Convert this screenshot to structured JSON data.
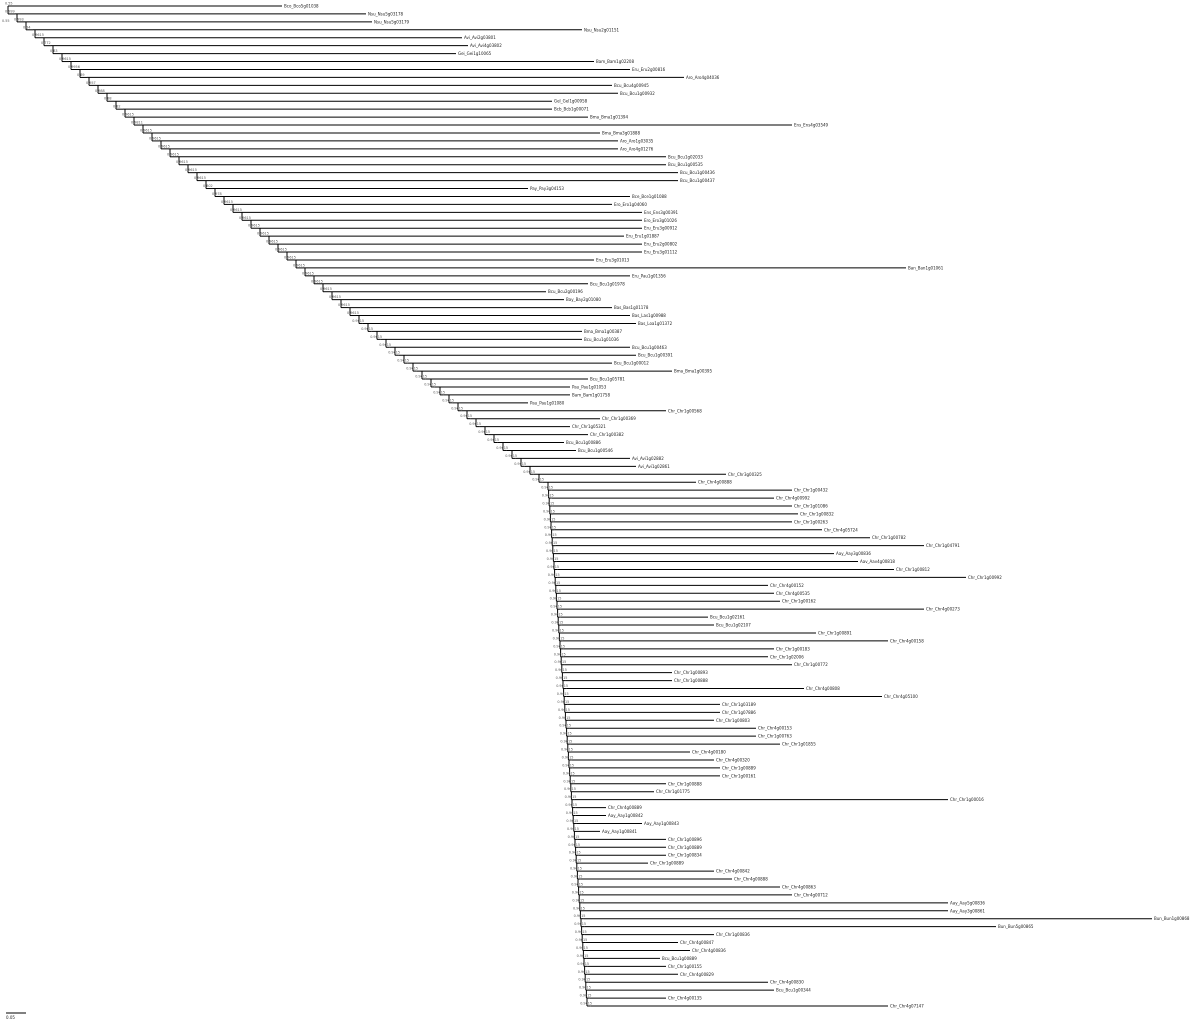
{
  "diagram": {
    "type": "phylogenetic-tree",
    "root_label": "0.55",
    "scale_bar": {
      "label": "0.05"
    },
    "tips": [
      {
        "label": "Bco_Bco5g01038",
        "support": "0.55",
        "branch_end": 0.235
      },
      {
        "label": "Nsu_Nsu5g03178",
        "support": "0.999",
        "branch_end": 0.305
      },
      {
        "label": "Nsu_Nsu5g03179",
        "support": "0.993",
        "branch_end": 0.31
      },
      {
        "label": "Nsu_Nsu2g01151",
        "support": "0.34",
        "branch_end": 0.485
      },
      {
        "label": "Avi_Avi2g03801",
        "support": "0.9615",
        "branch_end": 0.385
      },
      {
        "label": "Avi_Avi4g03802",
        "support": "0.772",
        "branch_end": 0.39
      },
      {
        "label": "Gei_Gei1g10065",
        "support": "0.83",
        "branch_end": 0.38
      },
      {
        "label": "Bam_Bam1g02208",
        "support": "0.9615",
        "branch_end": 0.495
      },
      {
        "label": "Eru_Eru2g00816",
        "support": "0.9956",
        "branch_end": 0.525
      },
      {
        "label": "Aro_Aro4g04036",
        "support": "0.89",
        "branch_end": 0.57
      },
      {
        "label": "Bcu_Bcu4g00945",
        "support": "0.957",
        "branch_end": 0.51
      },
      {
        "label": "Bcu_Bcu1g00932",
        "support": "0.988",
        "branch_end": 0.515
      },
      {
        "label": "Gel_Gel1g00958",
        "support": "0.88",
        "branch_end": 0.46
      },
      {
        "label": "Bcb_Bcb1g00071",
        "support": "0.82",
        "branch_end": 0.46
      },
      {
        "label": "Bma_Bma1g01394",
        "support": "0.9615",
        "branch_end": 0.49
      },
      {
        "label": "Ens_Ens4g03549",
        "support": "0.9811",
        "branch_end": 0.66
      },
      {
        "label": "Bma_Bma3g01888",
        "support": "0.9615",
        "branch_end": 0.5
      },
      {
        "label": "Aro_Aro1g03035",
        "support": "0.9615",
        "branch_end": 0.515
      },
      {
        "label": "Aro_Aro4g01276",
        "support": "0.9615",
        "branch_end": 0.515
      },
      {
        "label": "Bcu_Bcu1g02033",
        "support": "0.9615",
        "branch_end": 0.555
      },
      {
        "label": "Bcu_Bcu1g00535",
        "support": "0.9615",
        "branch_end": 0.555
      },
      {
        "label": "Bcu_Bcu1g00436",
        "support": "0.9615",
        "branch_end": 0.565
      },
      {
        "label": "Bcu_Bcu1g00437",
        "support": "0.9615",
        "branch_end": 0.565
      },
      {
        "label": "Pay_Pay3g04153",
        "support": "0.802",
        "branch_end": 0.44
      },
      {
        "label": "Bce_Bce1g01088",
        "support": "0.978",
        "branch_end": 0.525
      },
      {
        "label": "Ero_Ero1g04060",
        "support": "0.9615",
        "branch_end": 0.51
      },
      {
        "label": "Ens_Ens3g00391",
        "support": "0.9615",
        "branch_end": 0.535
      },
      {
        "label": "Ero_Ero3g01026",
        "support": "0.9615",
        "branch_end": 0.535
      },
      {
        "label": "Eru_Eru3g00912",
        "support": "0.9615",
        "branch_end": 0.535
      },
      {
        "label": "Eru_Eru1g01887",
        "support": "0.9615",
        "branch_end": 0.52
      },
      {
        "label": "Eru_Eru2g00802",
        "support": "0.9615",
        "branch_end": 0.535
      },
      {
        "label": "Eru_Eru3g01112",
        "support": "0.9615",
        "branch_end": 0.535
      },
      {
        "label": "Eru_Eru3g01013",
        "support": "0.9615",
        "branch_end": 0.495
      },
      {
        "label": "Ban_Ban1g01061",
        "support": "0.9615",
        "branch_end": 0.755
      },
      {
        "label": "Eru_Pau1g01356",
        "support": "0.9615",
        "branch_end": 0.525
      },
      {
        "label": "Bcu_Bcu1g01978",
        "support": "0.9615",
        "branch_end": 0.49
      },
      {
        "label": "Bcu_Bcu2g00196",
        "support": "0.9615",
        "branch_end": 0.455
      },
      {
        "label": "Bay_Bay2g01080",
        "support": "0.9615",
        "branch_end": 0.47
      },
      {
        "label": "Bas_Bas1g01178",
        "support": "0.9615",
        "branch_end": 0.51
      },
      {
        "label": "Bas_Las1g00988",
        "support": "0.9615",
        "branch_end": 0.525
      },
      {
        "label": "Bas_Loa1g01372",
        "support": "0.9615",
        "branch_end": 0.53
      },
      {
        "label": "Bma_Bma1g00387",
        "support": "0.9615",
        "branch_end": 0.485
      },
      {
        "label": "Bcu_Bcu1g01036",
        "support": "0.9615",
        "branch_end": 0.485
      },
      {
        "label": "Bcu_Bcu1g00463",
        "support": "0.9615",
        "branch_end": 0.525
      },
      {
        "label": "Bcu_Bcu1g00391",
        "support": "0.9615",
        "branch_end": 0.53
      },
      {
        "label": "Bcu_Bcu1g00012",
        "support": "0.9615",
        "branch_end": 0.51
      },
      {
        "label": "Bma_Bma1g00395",
        "support": "0.9615",
        "branch_end": 0.56
      },
      {
        "label": "Bcu_Bcu1g05781",
        "support": "0.9615",
        "branch_end": 0.49
      },
      {
        "label": "Pau_Pau1g01053",
        "support": "0.9615",
        "branch_end": 0.475
      },
      {
        "label": "Bam_Bam1g01758",
        "support": "0.9615",
        "branch_end": 0.475
      },
      {
        "label": "Pau_Pau1g01080",
        "support": "0.9615",
        "branch_end": 0.44
      },
      {
        "label": "Chr_Chr1g00568",
        "support": "0.9615",
        "branch_end": 0.555
      },
      {
        "label": "Chr_Chr1g00369",
        "support": "0.9615",
        "branch_end": 0.5
      },
      {
        "label": "Chr_Chr1g05321",
        "support": "0.9615",
        "branch_end": 0.475
      },
      {
        "label": "Chr_Chr1g00382",
        "support": "0.9615",
        "branch_end": 0.49
      },
      {
        "label": "Bcu_Bcu1g00886",
        "support": "0.9615",
        "branch_end": 0.47
      },
      {
        "label": "Bcu_Bcu1g00546",
        "support": "0.9615",
        "branch_end": 0.48
      },
      {
        "label": "Avi_Avi1g02882",
        "support": "0.9615",
        "branch_end": 0.525
      },
      {
        "label": "Avi_Avi1g02861",
        "support": "0.9615",
        "branch_end": 0.53
      },
      {
        "label": "Chr_Chr3g00325",
        "support": "0.9615",
        "branch_end": 0.605
      },
      {
        "label": "Chr_Chr4g00888",
        "support": "0.9615",
        "branch_end": 0.58
      },
      {
        "label": "Chr_Chr1g00432",
        "support": "0.9615",
        "branch_end": 0.66
      },
      {
        "label": "Chr_Chr4g00992",
        "support": "0.9615",
        "branch_end": 0.645
      },
      {
        "label": "Chr_Chr1g01086",
        "support": "0.9615",
        "branch_end": 0.66
      },
      {
        "label": "Chr_Chr1g00832",
        "support": "0.9615",
        "branch_end": 0.665
      },
      {
        "label": "Chr_Chr1g00263",
        "support": "0.9615",
        "branch_end": 0.66
      },
      {
        "label": "Chr_Chr4g05724",
        "support": "0.9615",
        "branch_end": 0.685
      },
      {
        "label": "Chr_Chr1g00782",
        "support": "0.9615",
        "branch_end": 0.725
      },
      {
        "label": "Chr_Chr1g04791",
        "support": "0.9615",
        "branch_end": 0.77
      },
      {
        "label": "Aay_Aay3g00836",
        "support": "0.9615",
        "branch_end": 0.695
      },
      {
        "label": "Aav_Aav4g00818",
        "support": "0.9615",
        "branch_end": 0.715
      },
      {
        "label": "Chr_Chr1g00812",
        "support": "0.9615",
        "branch_end": 0.745
      },
      {
        "label": "Chr_Chr1g00992",
        "support": "0.9615",
        "branch_end": 0.805
      },
      {
        "label": "Chr_Chr4g00152",
        "support": "0.9615",
        "branch_end": 0.64
      },
      {
        "label": "Chr_Chr4g00535",
        "support": "0.9615",
        "branch_end": 0.645
      },
      {
        "label": "Chr_Chr1g00162",
        "support": "0.9615",
        "branch_end": 0.65
      },
      {
        "label": "Chr_Chr4g00273",
        "support": "0.9615",
        "branch_end": 0.77
      },
      {
        "label": "Bcu_Bcu1g02161",
        "support": "0.9615",
        "branch_end": 0.59
      },
      {
        "label": "Bcu_Bcu1g02107",
        "support": "0.9615",
        "branch_end": 0.595
      },
      {
        "label": "Chr_Chr1g00891",
        "support": "0.9615",
        "branch_end": 0.68
      },
      {
        "label": "Chr_Chr4g00158",
        "support": "0.9615",
        "branch_end": 0.74
      },
      {
        "label": "Chr_Chr1g00183",
        "support": "0.9615",
        "branch_end": 0.645
      },
      {
        "label": "Chr_Chr1g02006",
        "support": "0.9615",
        "branch_end": 0.64
      },
      {
        "label": "Chr_Chr1g00772",
        "support": "0.9615",
        "branch_end": 0.66
      },
      {
        "label": "Chr_Chr1g00893",
        "support": "0.9615",
        "branch_end": 0.56
      },
      {
        "label": "Chr_Chr1g00888",
        "support": "0.9615",
        "branch_end": 0.56
      },
      {
        "label": "Chr_Chr4g00808",
        "support": "0.9615",
        "branch_end": 0.67
      },
      {
        "label": "Chr_Chr4g05100",
        "support": "0.9615",
        "branch_end": 0.735
      },
      {
        "label": "Chr_Chr1g03189",
        "support": "0.9615",
        "branch_end": 0.6
      },
      {
        "label": "Chr_Chr1g07886",
        "support": "0.9615",
        "branch_end": 0.6
      },
      {
        "label": "Chr_Chr1g00803",
        "support": "0.9615",
        "branch_end": 0.595
      },
      {
        "label": "Chr_Chr4g00153",
        "support": "0.9615",
        "branch_end": 0.63
      },
      {
        "label": "Chr_Chr1g00763",
        "support": "0.9615",
        "branch_end": 0.63
      },
      {
        "label": "Chr_Chr1g01855",
        "support": "0.9615",
        "branch_end": 0.65
      },
      {
        "label": "Chr_Chr4g00180",
        "support": "0.9615",
        "branch_end": 0.575
      },
      {
        "label": "Chr_Chr4g00320",
        "support": "0.9615",
        "branch_end": 0.595
      },
      {
        "label": "Chr_Chr1g00889",
        "support": "0.9615",
        "branch_end": 0.6
      },
      {
        "label": "Chr_Chr1g00161",
        "support": "0.9615",
        "branch_end": 0.6
      },
      {
        "label": "Chr_Chr1g00888",
        "support": "0.9615",
        "branch_end": 0.555
      },
      {
        "label": "Chr_Chr1g01775",
        "support": "0.9615",
        "branch_end": 0.545
      },
      {
        "label": "Chr_Chr1g00016",
        "support": "0.9615",
        "branch_end": 0.79
      },
      {
        "label": "Chr_Chr4g00889",
        "support": "0.9615",
        "branch_end": 0.505
      },
      {
        "label": "Aay_Aay1g00842",
        "support": "0.9615",
        "branch_end": 0.505
      },
      {
        "label": "Aay_Aay1g00843",
        "support": "0.9615",
        "branch_end": 0.535
      },
      {
        "label": "Aay_Aay1g00841",
        "support": "0.9615",
        "branch_end": 0.5
      },
      {
        "label": "Chr_Chr1g00896",
        "support": "0.9615",
        "branch_end": 0.555
      },
      {
        "label": "Chr_Chr1g00889",
        "support": "0.9615",
        "branch_end": 0.555
      },
      {
        "label": "Chr_Chr1g00834",
        "support": "0.9615",
        "branch_end": 0.555
      },
      {
        "label": "Chr_Chr1g00889",
        "support": "0.9615",
        "branch_end": 0.54
      },
      {
        "label": "Chr_Chr4g00842",
        "support": "0.9615",
        "branch_end": 0.595
      },
      {
        "label": "Chr_Chr4g00888",
        "support": "0.9615",
        "branch_end": 0.61
      },
      {
        "label": "Chr_Chr4g00863",
        "support": "0.9615",
        "branch_end": 0.65
      },
      {
        "label": "Chr_Chr4g00712",
        "support": "0.9615",
        "branch_end": 0.66
      },
      {
        "label": "Aay_Aay5g00836",
        "support": "0.9615",
        "branch_end": 0.79
      },
      {
        "label": "Aay_Aay3g00861",
        "support": "0.9615",
        "branch_end": 0.79
      },
      {
        "label": "Bun_Bun1g00868",
        "support": "0.9615",
        "branch_end": 0.96
      },
      {
        "label": "Bun_Bun5g00865",
        "support": "0.9615",
        "branch_end": 0.83
      },
      {
        "label": "Chr_Chr1g00836",
        "support": "0.9615",
        "branch_end": 0.595
      },
      {
        "label": "Chr_Chr4g00847",
        "support": "0.9615",
        "branch_end": 0.565
      },
      {
        "label": "Chr_Chr4g00836",
        "support": "0.9615",
        "branch_end": 0.575
      },
      {
        "label": "Bcu_Bcu1g00889",
        "support": "0.9615",
        "branch_end": 0.55
      },
      {
        "label": "Chr_Chr1g00155",
        "support": "0.9615",
        "branch_end": 0.555
      },
      {
        "label": "Chr_Chr4g00829",
        "support": "0.9615",
        "branch_end": 0.565
      },
      {
        "label": "Chr_Chr4g00830",
        "support": "0.9615",
        "branch_end": 0.64
      },
      {
        "label": "Bcu_Bcu1g00344",
        "support": "0.9615",
        "branch_end": 0.645
      },
      {
        "label": "Chr_Chr4g00135",
        "support": "0.9615",
        "branch_end": 0.555
      },
      {
        "label": "Chr_Chr4g07147",
        "support": "0.9615",
        "branch_end": 0.74
      }
    ]
  }
}
